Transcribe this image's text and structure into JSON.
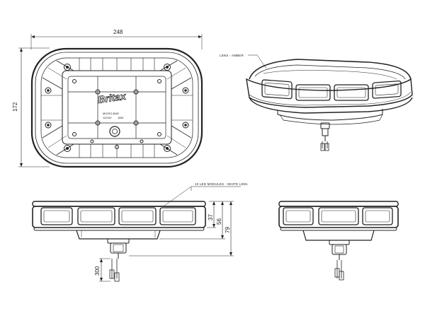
{
  "dimensions": {
    "width": "248",
    "depth": "172",
    "height_lens": "37",
    "height_total": "56",
    "height_with_mount": "79",
    "cable": "300"
  },
  "callouts": {
    "lens": "LENS - AMBER",
    "modules": "10 LED MODULES - WHITE LEDs"
  },
  "label_plate": {
    "brand": "Britax",
    "model": "MICRO-BAR",
    "voltage": "12/24V",
    "power": "18W"
  }
}
